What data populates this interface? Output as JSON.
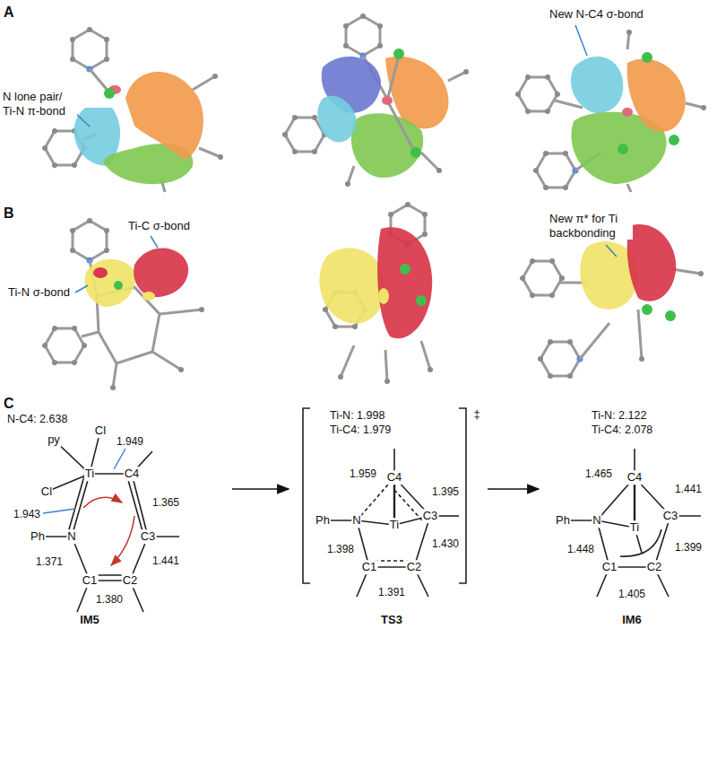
{
  "diagram": {
    "nodes": [
      {
        "text": [
          "IM5"
        ]
      },
      {
        "text": [
          "TS3"
        ]
      },
      {
        "text": [
          "IM6"
        ]
      }
    ],
    "edges": [
      {
        "from": 0,
        "to": 1,
        "arrow": "to"
      },
      {
        "from": 1,
        "to": 2,
        "arrow": "to"
      }
    ],
    "labels": [
      "A",
      "N lone pair/ Ti-N π-bond",
      "New N-C4 σ-bond",
      "B",
      "Ti-N σ-bond",
      "Ti-C σ-bond",
      "New π* for Ti backbonding",
      "C",
      "N-C4: 2.638",
      "py",
      "Cl",
      "Ti",
      "Cl",
      "C4",
      "1.949",
      "1.943",
      "Ph",
      "N",
      "C3",
      "1.365",
      "1.441",
      "1.371",
      "C1",
      "C2",
      "1.380",
      "Ti-N: 1.998",
      "Ti-C4: 1.979",
      "‡",
      "C4",
      "1.959",
      "1.395",
      "Ph",
      "N",
      "Ti",
      "C3",
      "1.398",
      "1.430",
      "C1",
      "C2",
      "1.391",
      "Ti-N: 2.122",
      "Ti-C4: 2.078",
      "1.465",
      "C4",
      "1.441",
      "Ph",
      "N",
      "Ti",
      "C3",
      "1.448",
      "1.399",
      "C1",
      "C2",
      "1.405"
    ]
  }
}
